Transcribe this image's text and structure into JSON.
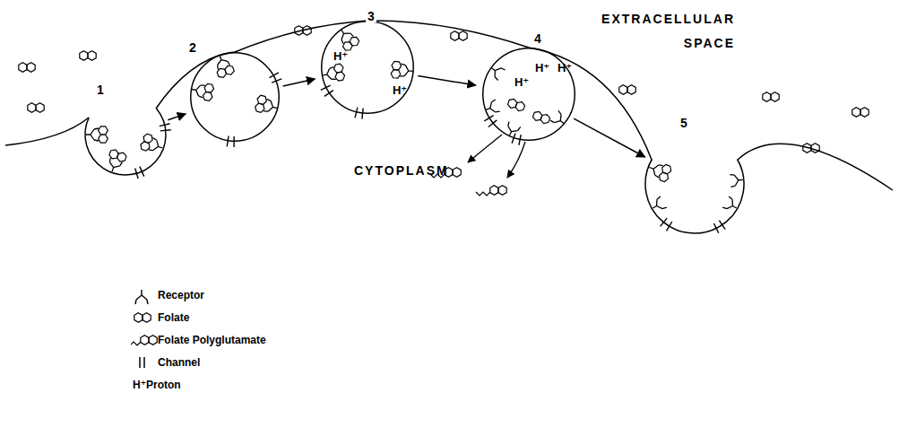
{
  "diagram": {
    "nodes": [
      {
        "text": [
          "1"
        ]
      },
      {
        "text": [
          "2"
        ]
      },
      {
        "text": [
          "3",
          "H⁺",
          "H⁺"
        ]
      },
      {
        "text": [
          "4",
          "H⁺",
          "H⁺",
          "H⁺"
        ]
      },
      {
        "text": [
          "5"
        ]
      }
    ],
    "edges": [
      {
        "from": 0,
        "to": 1,
        "arrow": "to"
      },
      {
        "from": 1,
        "to": 2,
        "arrow": "to"
      },
      {
        "from": 2,
        "to": 3,
        "arrow": "to"
      },
      {
        "from": 3,
        "to": 4,
        "arrow": "to"
      }
    ],
    "labels": [
      "EXTRACELLULAR SPACE",
      "CYTOPLASM"
    ],
    "legend": [
      {
        "text": "Receptor"
      },
      {
        "text": "Folate"
      },
      {
        "text": "Folate Polyglutamate"
      },
      {
        "text": "Channel"
      },
      {
        "text": "H⁺Proton"
      }
    ]
  }
}
